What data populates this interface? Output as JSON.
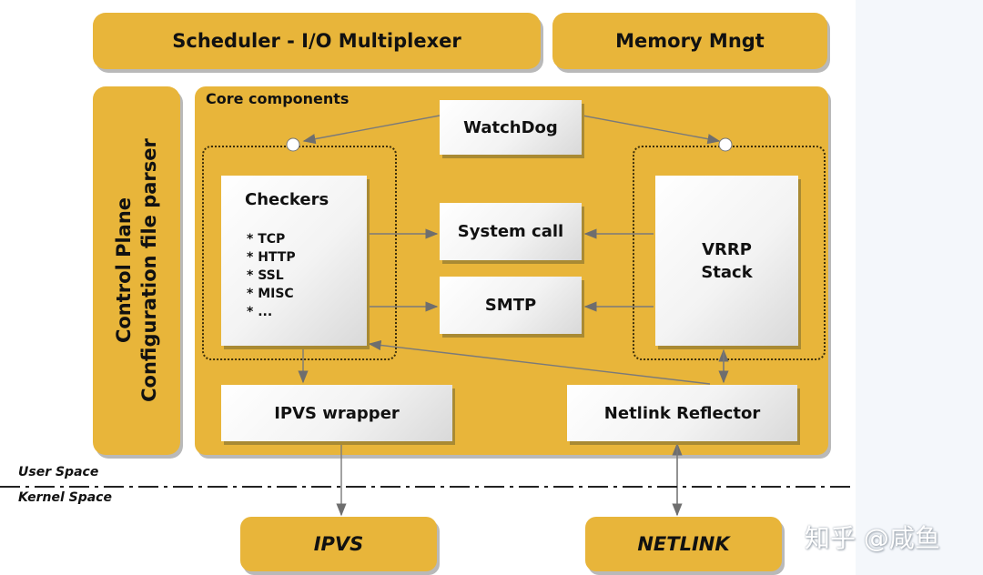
{
  "diagram": {
    "scheduler": "Scheduler - I/O Multiplexer",
    "memory": "Memory Mngt",
    "control_plane": "Control Plane",
    "config_parser": "Configuration file parser",
    "core_title": "Core components",
    "watchdog": "WatchDog",
    "checkers": {
      "title": "Checkers",
      "items": [
        "* TCP",
        "* HTTP",
        "* SSL",
        "* MISC",
        "* ..."
      ]
    },
    "system_call": "System call",
    "smtp": "SMTP",
    "vrrp_line1": "VRRP",
    "vrrp_line2": "Stack",
    "ipvs_wrapper": "IPVS wrapper",
    "netlink_reflector": "Netlink Reflector",
    "user_space": "User Space",
    "kernel_space": "Kernel Space",
    "ipvs": "IPVS",
    "netlink": "NETLINK"
  },
  "watermark": "知乎 @咸鱼",
  "colors": {
    "gold": "#e8b53a",
    "box": "#f3f3f3",
    "arrow": "#7a7a7a"
  }
}
